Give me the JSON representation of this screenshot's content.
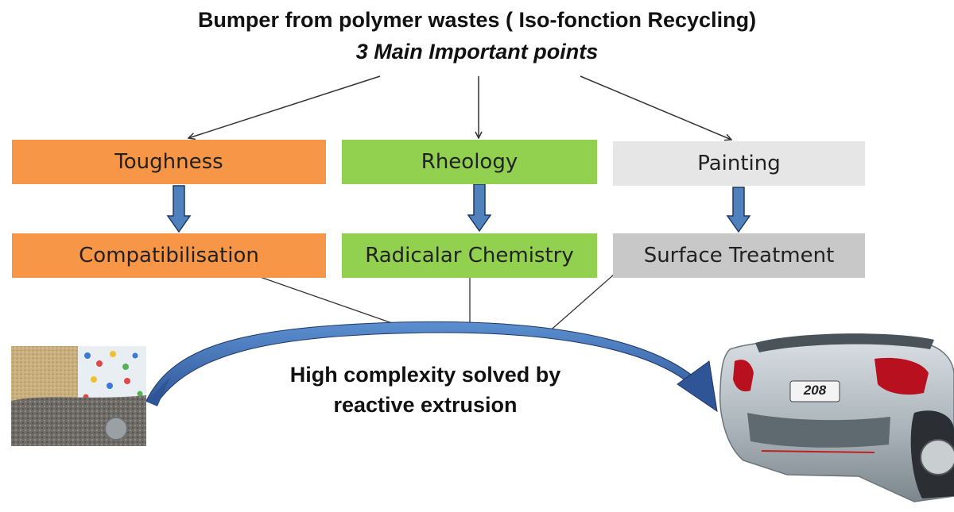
{
  "title": "Bumper from polymer wastes ( Iso-fonction Recycling)",
  "subtitle": "3 Main Important points",
  "columns": [
    {
      "point": "Toughness",
      "solution": "Compatibilisation",
      "color": "#f79646"
    },
    {
      "point": "Rheology",
      "solution": "Radicalar Chemistry",
      "color": "#92d050"
    },
    {
      "point": "Painting",
      "solution": "Surface Treatment",
      "color": "#c8c8c8"
    }
  ],
  "center_text_line1": "High complexity solved by",
  "center_text_line2": "reactive extrusion",
  "car_badge": "208",
  "colors": {
    "arrow_blue": "#4f81bd",
    "arrow_blue_dark": "#1f3864",
    "line": "#333333"
  }
}
